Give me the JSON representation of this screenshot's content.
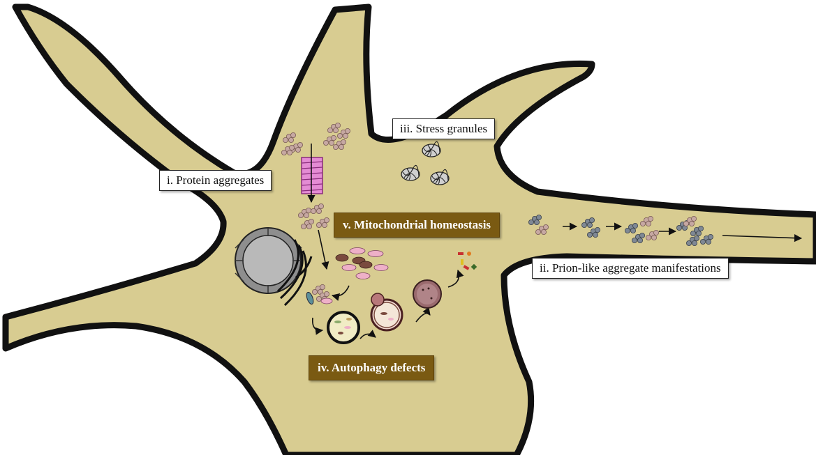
{
  "labels": {
    "protein_aggregates": "i. Protein aggregates",
    "prion_like": "ii. Prion-like aggregate manifestations",
    "stress_granules": "iii. Stress granules",
    "autophagy": "iv. Autophagy defects",
    "mitochondrial": "v. Mitochondrial homeostasis"
  },
  "colors": {
    "cell_fill": "#d8cc91",
    "cell_outline": "#111111",
    "dark_label": "#7a5a12",
    "aggregate": "#b99a92",
    "mitochondria_pink": "#eeb0c8",
    "mitochondria_brown": "#7a4a3e",
    "nucleus_gray": "#a8a8a8"
  }
}
